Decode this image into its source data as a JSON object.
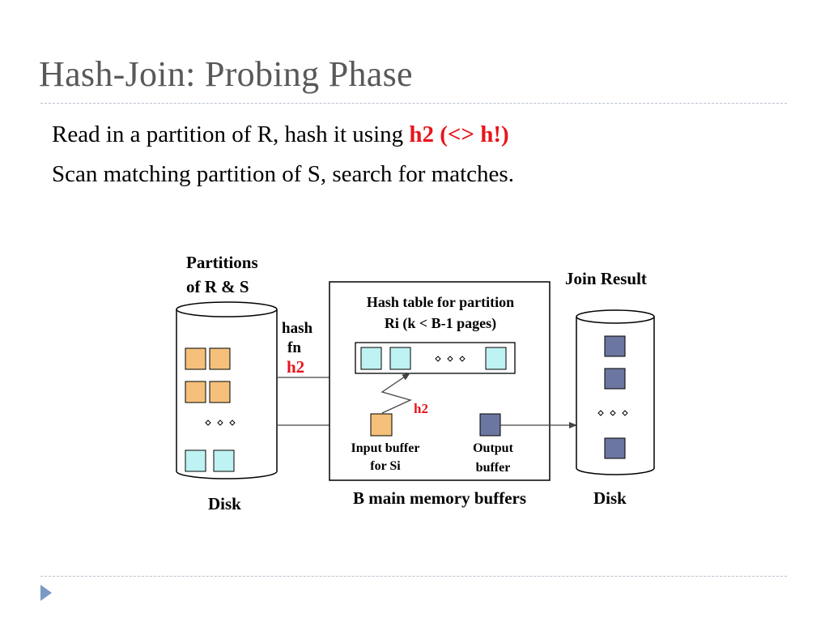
{
  "slide": {
    "title": "Hash-Join: Probing Phase",
    "bullets": [
      {
        "text": "Read in a partition of R, hash it using ",
        "highlight": "h2 (<> h!)"
      },
      {
        "text": "Scan matching partition of S, search for matches.",
        "highlight": ""
      }
    ]
  },
  "diagram": {
    "partitions_label_line1": "Partitions",
    "partitions_label_line2": "of R & S",
    "hash_fn_line1": "hash",
    "hash_fn_line2": "fn",
    "hash_fn_name": "h2",
    "hash_table_line1": "Hash table for partition",
    "hash_table_line2": "Ri (k < B-1 pages)",
    "inner_hash_label": "h2",
    "input_buffer_line1": "Input buffer",
    "input_buffer_line2": "for Si",
    "output_buffer_line1": "Output",
    "output_buffer_line2": "buffer",
    "memory_label": "B main memory buffers",
    "left_disk_label": "Disk",
    "right_disk_label": "Disk",
    "join_result_label": "Join Result",
    "colors": {
      "r_partition": "#f5c07a",
      "s_partition": "#bff2f2",
      "result_page": "#6b76a1",
      "highlight": "#e8141b"
    }
  }
}
